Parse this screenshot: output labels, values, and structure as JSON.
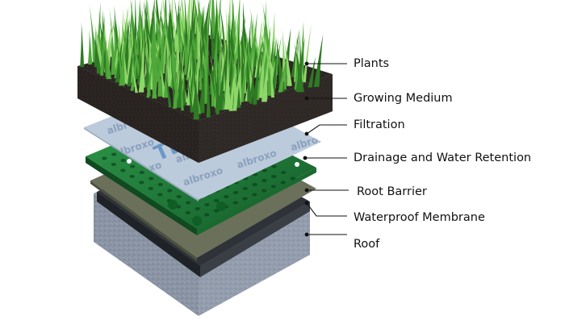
{
  "diagram": {
    "layers": [
      {
        "label": "Plants"
      },
      {
        "label": "Growing Medium"
      },
      {
        "label": "Filtration"
      },
      {
        "label": "Drainage and Water Retention"
      },
      {
        "label": "Root Barrier"
      },
      {
        "label": "Waterproof Membrane"
      },
      {
        "label": "Roof"
      }
    ],
    "fabric_print": "TDP",
    "fabric_print_small": "albroxo",
    "colors": {
      "grass": "#4fa83a",
      "grass_dark": "#2f7a24",
      "soil": "#2b2622",
      "filter": "#b9c9da",
      "drainage": "#1e7a3a",
      "root_barrier": "#6b705a",
      "membrane": "#2e3136",
      "roof": "#8c96a6",
      "leader": "#111111"
    }
  }
}
